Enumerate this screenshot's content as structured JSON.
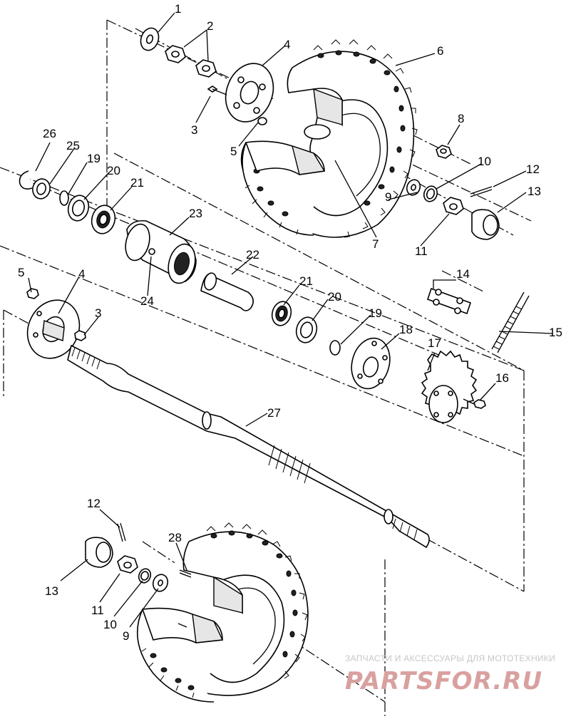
{
  "callouts": [
    "1",
    "2",
    "3",
    "4",
    "5",
    "6",
    "8",
    "10",
    "12",
    "13",
    "26",
    "25",
    "19",
    "20",
    "21",
    "23",
    "9",
    "7",
    "11",
    "22",
    "24",
    "21",
    "20",
    "19",
    "18",
    "14",
    "15",
    "17",
    "5",
    "4",
    "3",
    "16",
    "27",
    "12",
    "28",
    "13",
    "11",
    "10",
    "9"
  ],
  "watermark": {
    "tagline": "ЗАПЧАСТИ И АКСЕССУАРЫ ДЛЯ МОТОТЕХНИКИ",
    "brand": "PARTSFOR.RU"
  },
  "colors": {
    "line": "#000000",
    "background": "#ffffff",
    "watermark_brand": "#d9a0a0",
    "watermark_text": "#c7c7c7"
  }
}
